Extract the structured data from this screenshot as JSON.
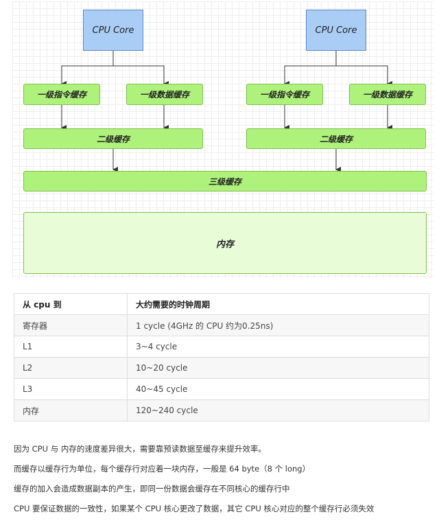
{
  "diagram": {
    "cpu_left": "CPU Core",
    "cpu_right": "CPU Core",
    "l1i_left": "一级指令缓存",
    "l1d_left": "一级数据缓存",
    "l1i_right": "一级指令缓存",
    "l1d_right": "一级数据缓存",
    "l2_left": "二级缓存",
    "l2_right": "二级缓存",
    "l3": "三级缓存",
    "memory": "内存"
  },
  "table": {
    "headers": [
      "从 cpu 到",
      "大约需要的时钟周期"
    ],
    "rows": [
      [
        "寄存器",
        "1 cycle (4GHz 的 CPU 约为0.25ns)"
      ],
      [
        "L1",
        "3~4 cycle"
      ],
      [
        "L2",
        "10~20 cycle"
      ],
      [
        "L3",
        "40~45 cycle"
      ],
      [
        "内存",
        "120~240 cycle"
      ]
    ]
  },
  "paragraphs": [
    "因为 CPU 与 内存的速度差异很大，需要靠预读数据至缓存来提升效率。",
    "而缓存以缓存行为单位，每个缓存行对应着一块内存，一般是 64 byte（8 个 long）",
    "缓存的加入会造成数据副本的产生，即同一份数据会缓存在不同核心的缓存行中",
    "CPU 要保证数据的一致性，如果某个 CPU 核心更改了数据，其它 CPU 核心对应的整个缓存行必须失效"
  ]
}
